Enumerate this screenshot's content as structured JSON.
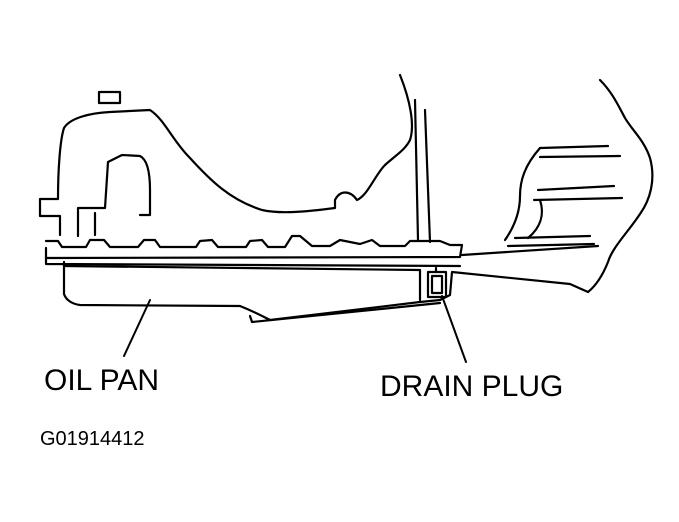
{
  "labels": {
    "oil_pan": "OIL PAN",
    "drain_plug": "DRAIN PLUG"
  },
  "figure_id": "G01914412",
  "colors": {
    "ink": "#000000",
    "paper": "#ffffff"
  }
}
